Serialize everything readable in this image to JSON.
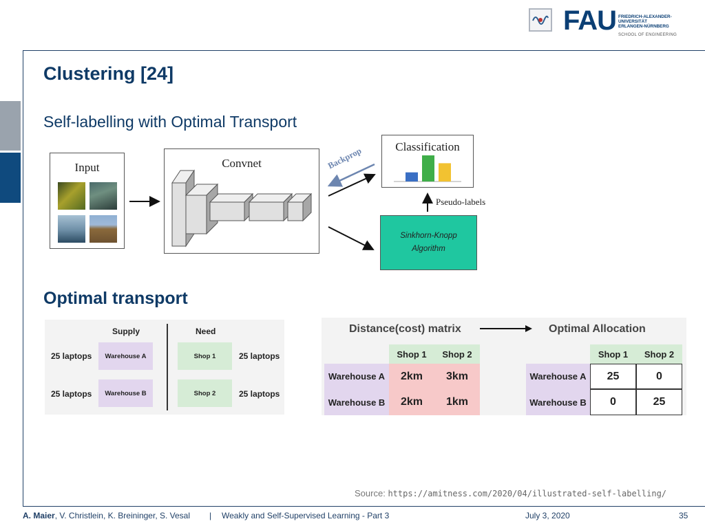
{
  "header": {
    "logo_letters": "FAU",
    "university_lines": [
      "FRIEDRICH-ALEXANDER-",
      "UNIVERSITÄT",
      "ERLANGEN-NÜRNBERG"
    ],
    "school": "SCHOOL OF ENGINEERING"
  },
  "slide": {
    "title": "Clustering [24]",
    "subtitle": "Self-labelling with Optimal Transport",
    "section_title": "Optimal transport"
  },
  "pipeline": {
    "input_label": "Input",
    "convnet_label": "Convnet",
    "backprop_label": "Backprop",
    "classification_label": "Classification",
    "pseudo_labels_label": "Pseudo-labels",
    "sinkhorn_line1": "Sinkhorn-Knopp",
    "sinkhorn_line2": "Algorithm",
    "bar_colors": [
      "#3a6fc4",
      "#3fae49",
      "#f2c231"
    ],
    "bar_values": [
      0.35,
      1.0,
      0.7
    ],
    "sinkhorn_color": "#1fc7a0"
  },
  "supply_need": {
    "supply_header": "Supply",
    "need_header": "Need",
    "rows": [
      {
        "supply_qty": "25 laptops",
        "warehouse": "Warehouse A",
        "shop": "Shop 1",
        "need_qty": "25 laptops"
      },
      {
        "supply_qty": "25 laptops",
        "warehouse": "Warehouse B",
        "shop": "Shop 2",
        "need_qty": "25 laptops"
      }
    ]
  },
  "matrices": {
    "distance_title": "Distance(cost) matrix",
    "allocation_title": "Optimal Allocation",
    "col_headers": [
      "Shop 1",
      "Shop 2"
    ],
    "row_headers": [
      "Warehouse A",
      "Warehouse B"
    ],
    "distance": [
      [
        "2km",
        "3km"
      ],
      [
        "2km",
        "1km"
      ]
    ],
    "allocation": [
      [
        "25",
        "0"
      ],
      [
        "0",
        "25"
      ]
    ]
  },
  "source": {
    "label": "Source:",
    "url": "https://amitness.com/2020/04/illustrated-self-labelling/"
  },
  "footer": {
    "author_lead": "A. Maier",
    "authors_rest": ", V. Christlein, K. Breininger, S. Vesal",
    "separator": "|",
    "course": "Weakly and Self-Supervised Learning - Part 3",
    "date": "July 3, 2020",
    "page": "35"
  }
}
